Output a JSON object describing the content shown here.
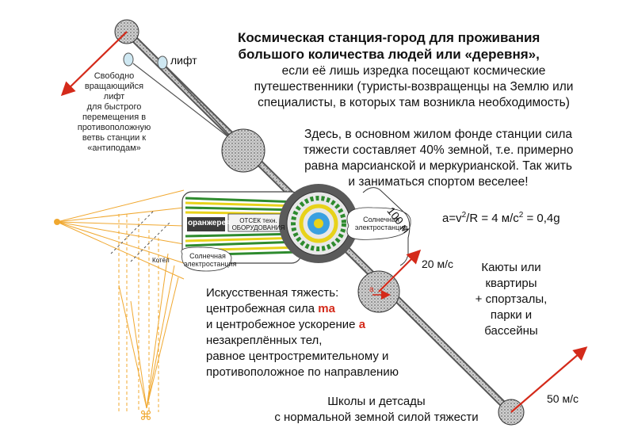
{
  "title_line1": "Космическая станция-город для проживания",
  "title_line2": "большого количества людей или «деревня»,",
  "subtitle_lines": [
    "если её лишь изредка посещают космические",
    "путешественники (туристы-возвращенцы на Землю или",
    "специалисты, в которых там возникла необходимость)"
  ],
  "gravity_lines": [
    "Здесь, в основном жилом фонде станции сила",
    "тяжести составляет 40% земной, т.е. примерно",
    "равна марсианской и меркурианской. Так жить",
    "и заниматься спортом веселее!"
  ],
  "formula": {
    "a": "a=v",
    "sup1": "2",
    "mid": "/R = 4 м/с",
    "sup2": "2",
    "tail": " = 0,4g"
  },
  "lift_label": "лифт",
  "lift_desc_lines": [
    "Свободно",
    "вращающийся",
    "лифт",
    "для быстрого",
    "перемещения в",
    "противоположную",
    "ветвь станции к",
    "«антиподам»"
  ],
  "distance_label": "100 м",
  "speed_20": "20 м/с",
  "speed_50": "50 м/с",
  "cabins_lines": [
    "Каюты или",
    "квартиры",
    "+ спортзалы,",
    "парки и",
    "бассейны"
  ],
  "artificial": {
    "line1": "Искусственная тяжесть:",
    "line2_pre": "центробежная сила ",
    "line2_red": "ma",
    "line3_pre": "и центробежное ускорение ",
    "line3_red": "a",
    "line4": "незакреплённых тел,",
    "line5": "равное центростремительному и",
    "line6": "противоположное по направлению"
  },
  "schools_lines": [
    "Школы и детсады",
    "с нормальной земной силой тяжести"
  ],
  "solar_station_top_lines": [
    "Солнечная",
    "электростанция"
  ],
  "solar_station_left_lines": [
    "Солнечная",
    "электростанция"
  ],
  "boiler_label": "Котёл",
  "greenhouse_label": "оранжерея",
  "equipment_lines": [
    "ОТСЕК техн.",
    "ОБОРУДОВАНИЯ"
  ],
  "accel_label": "a",
  "sun_symbol": "⌘",
  "colors": {
    "arrow": "#d42a1a",
    "optics": "#f0a830",
    "sphere": "#b5b5b5",
    "green": "#2e8b2e",
    "yellow": "#e8d21a",
    "accent_red": "#d42a1a"
  }
}
